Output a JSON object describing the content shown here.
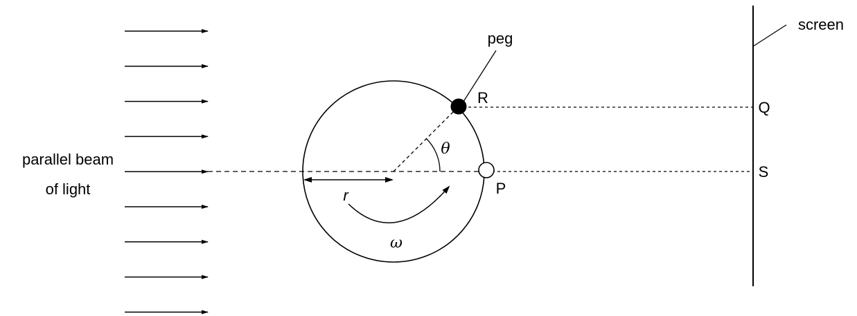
{
  "labels": {
    "beam_line1": "parallel beam",
    "beam_line2": "of light",
    "peg": "peg",
    "screen": "screen",
    "point_R": "R",
    "point_Q": "Q",
    "point_S": "S",
    "point_P": "P",
    "radius": "r",
    "angle": "θ",
    "angular_velocity": "ω"
  },
  "colors": {
    "ink": "#000000",
    "background": "#ffffff"
  },
  "beam_arrow_count": 9
}
